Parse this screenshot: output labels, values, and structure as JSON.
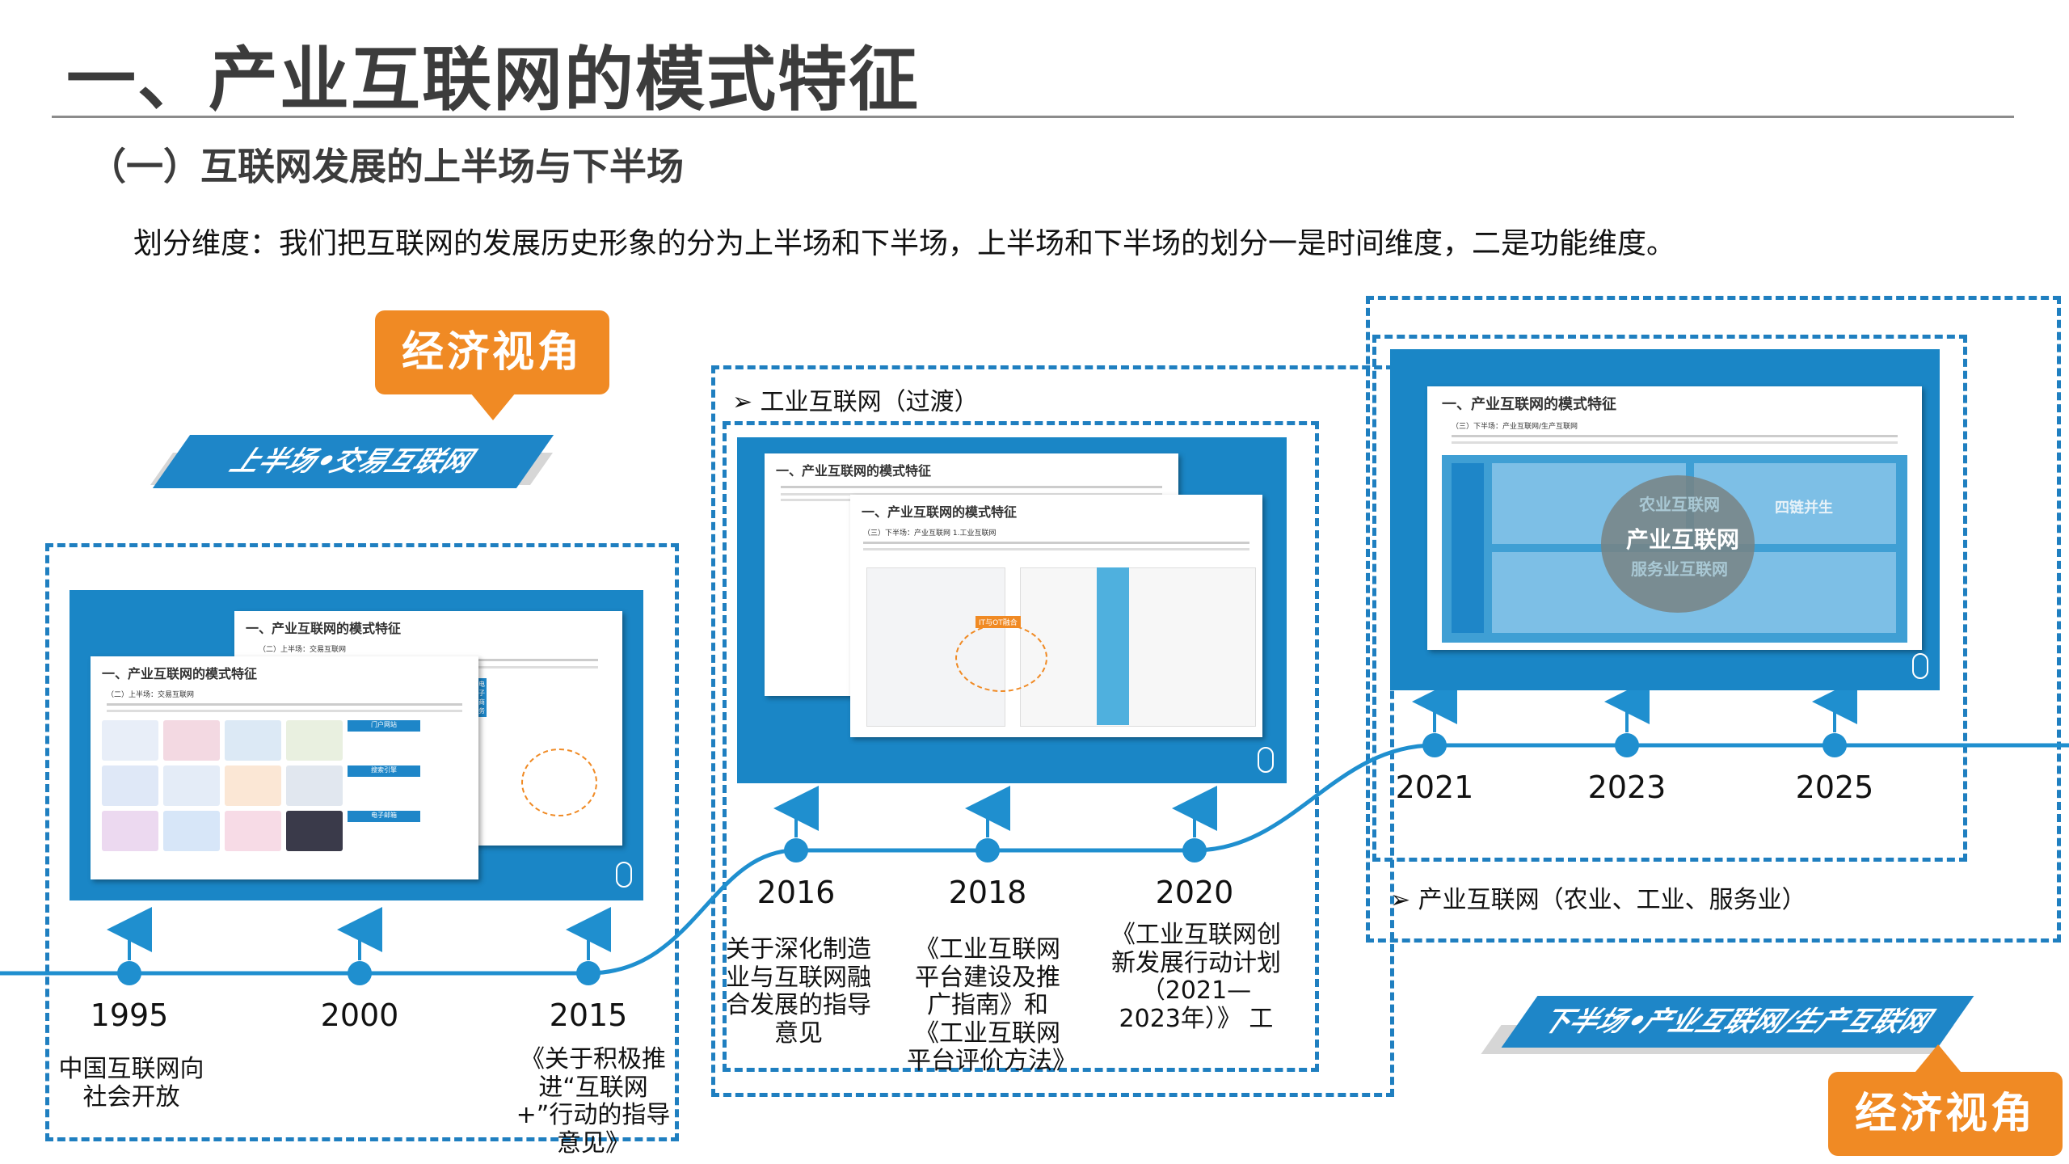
{
  "title": "一、产业互联网的模式特征",
  "subtitle": "（一）互联网发展的上半场与下半场",
  "description": "划分维度：我们把互联网的发展历史形象的分为上半场和下半场，上半场和下半场的划分一是时间维度，二是功能维度。",
  "left_panel": {
    "badge": "经济视角",
    "ribbon": "上半场•交易互联网",
    "slide_title_back": "一、产业互联网的模式特征",
    "slide_title_front": "一、产业互联网的模式特征",
    "slide_sub_front": "（二）上半场：交易互联网",
    "slide_sub_back": "（二）上半场：交易互联网",
    "tags": [
      "电子商务",
      "门户网站",
      "搜索引擎",
      "电子邮箱"
    ]
  },
  "middle_panel": {
    "caption": "➢  工业互联网（过渡）",
    "slide_title_back": "一、产业互联网的模式特征",
    "slide_title_front": "一、产业互联网的模式特征",
    "slide_sub": "（三）下半场：产业互联网 1.工业互联网",
    "highlight": "IT与OT融合"
  },
  "right_panel": {
    "caption": "➢  产业互联网（农业、工业、服务业）",
    "badge": "经济视角",
    "ribbon": "下半场•产业互联网/生产互联网",
    "slide_title": "一、产业互联网的模式特征",
    "slide_sub": "（三）下半场：产业互联网/生产互联网",
    "center_label": "产业互联网",
    "top_label": "农业互联网",
    "bottom_label": "服务业互联网",
    "right_label": "四链并生"
  },
  "timeline": [
    {
      "year": "1995",
      "event": "中国互联网向社会开放"
    },
    {
      "year": "2000",
      "event": ""
    },
    {
      "year": "2015",
      "event": "《关于积极推进“互联网+”行动的指导意见》"
    },
    {
      "year": "2016",
      "event": "关于深化制造业与互联网融合发展的指导意见"
    },
    {
      "year": "2018",
      "event": "《工业互联网平台建设及推广指南》和《工业互联网平台评价方法》"
    },
    {
      "year": "2020",
      "event": "《工业互联网创新发展行动计划（2021—2023年）》 工"
    },
    {
      "year": "2021",
      "event": ""
    },
    {
      "year": "2023",
      "event": ""
    },
    {
      "year": "2025",
      "event": ""
    }
  ],
  "colors": {
    "accent_blue": "#1e86c8",
    "badge_orange": "#f08a24",
    "line_blue": "#1f8fcf"
  }
}
